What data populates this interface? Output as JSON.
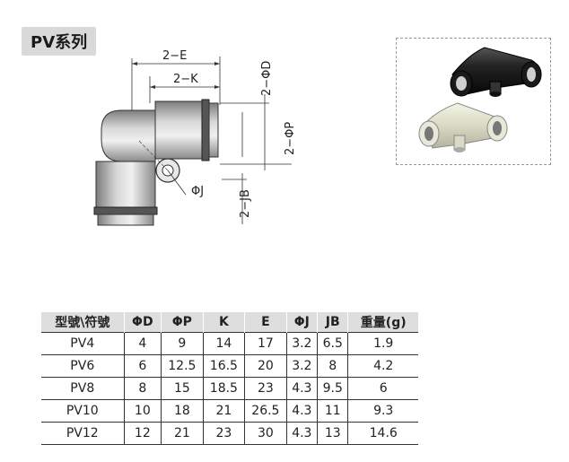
{
  "series_title": "PV系列",
  "drawing": {
    "labels": {
      "two_e": "2−E",
      "two_k": "2−K",
      "two_phi_d": "2−ΦD",
      "two_phi_p": "2−ΦP",
      "phi_j": "ΦJ",
      "two_jb": "2−JB"
    }
  },
  "table": {
    "headers": [
      "型號\\符號",
      "ΦD",
      "ΦP",
      "K",
      "E",
      "ΦJ",
      "JB",
      "重量(g)"
    ],
    "rows": [
      [
        "PV4",
        "4",
        "9",
        "14",
        "17",
        "3.2",
        "6.5",
        "1.9"
      ],
      [
        "PV6",
        "6",
        "12.5",
        "16.5",
        "20",
        "3.2",
        "8",
        "4.2"
      ],
      [
        "PV8",
        "8",
        "15",
        "18.5",
        "23",
        "4.3",
        "9.5",
        "6"
      ],
      [
        "PV10",
        "10",
        "18",
        "21",
        "26.5",
        "4.3",
        "11",
        "9.3"
      ],
      [
        "PV12",
        "12",
        "21",
        "23",
        "30",
        "4.3",
        "13",
        "14.6"
      ]
    ]
  }
}
